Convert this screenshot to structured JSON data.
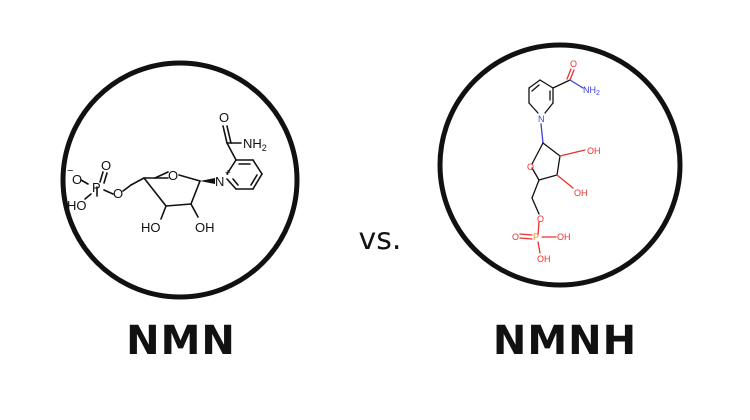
{
  "left_panel": {
    "caption": "NMN",
    "labels": {
      "o_minus": "O",
      "minus": "−",
      "p": "P",
      "o_top": "O",
      "ho_phos": "HO",
      "o_ester": "O",
      "o_ring": "O",
      "n_plus": "N",
      "plus": "+",
      "o_amide": "O",
      "nh2": "NH",
      "nh2_sub": "2",
      "ho_sugar": "HO",
      "oh_sugar": "OH"
    }
  },
  "versus": {
    "text": "vs."
  },
  "right_panel": {
    "caption": "NMNH",
    "labels": {
      "o_amide": "O",
      "nh2": "NH",
      "nh2_sub": "2",
      "n_ring": "N",
      "o_ring": "O",
      "oh1": "OH",
      "oh2": "OH",
      "o_link": "O",
      "o_phos": "O",
      "p": "P",
      "oh_p1": "OH",
      "oh_p2": "OH"
    }
  },
  "colors": {
    "ink": "#111111",
    "oxygen": "#e8322e",
    "nitrogen": "#3b3fd8",
    "phosphorus": "#f08a1e"
  }
}
